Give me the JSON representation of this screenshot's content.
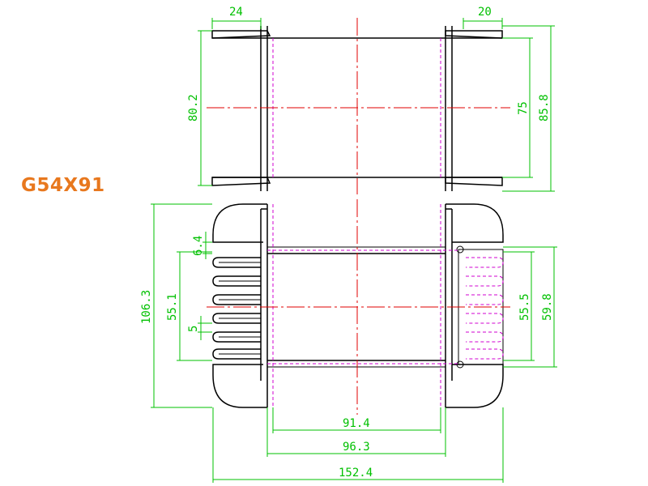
{
  "title": "G54X91",
  "colors": {
    "title": "#e8781e",
    "dimension": "#00c000",
    "centerline": "#e00000",
    "hidden": "#d000d0",
    "outline": "#000000"
  },
  "dimensions": {
    "top_flange_left": "24",
    "top_flange_right": "20",
    "top_height_outer": "80.2",
    "top_height_inner": "75",
    "top_height_overall": "85.8",
    "bottom_slot_width": "6.4",
    "bottom_left_span": "55.1",
    "bottom_slot_pitch": "5",
    "bottom_height_overall": "106.3",
    "bottom_right_inner": "55.5",
    "bottom_right_outer": "59.8",
    "bottom_width_inner": "91.4",
    "bottom_width_mid": "96.3",
    "bottom_width_overall": "152.4"
  }
}
